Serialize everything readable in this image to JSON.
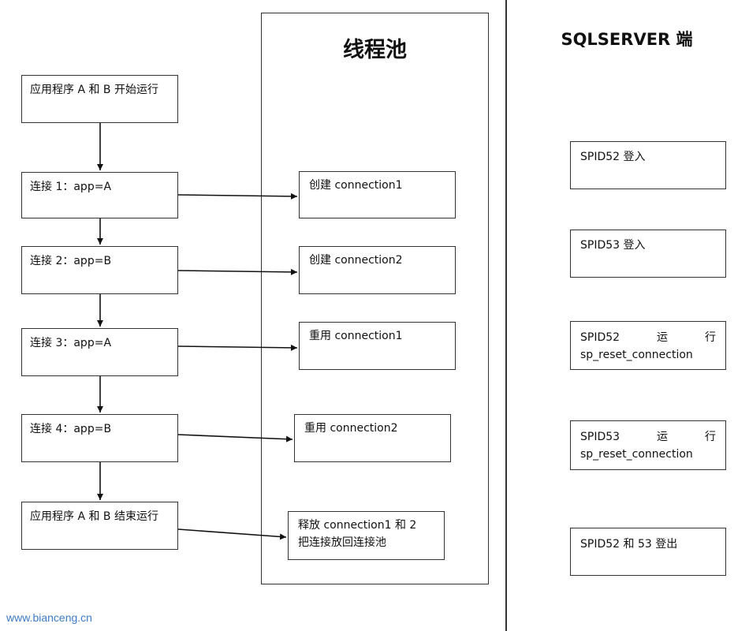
{
  "pool": {
    "title": "线程池"
  },
  "server": {
    "title": "SQLSERVER 端"
  },
  "steps": [
    "应用程序 A 和 B 开始运行",
    "连接 1：app=A",
    "连接 2：app=B",
    "连接 3：app=A",
    "连接 4：app=B",
    "应用程序 A 和 B 结束运行"
  ],
  "pool_actions": [
    "创建 connection1",
    "创建 connection2",
    "重用 connection1",
    "重用 connection2",
    {
      "line1": "释放 connection1 和 2",
      "line2": "把连接放回连接池"
    }
  ],
  "server_events": {
    "login52": "SPID52 登入",
    "login53": "SPID53 登入",
    "reset52": {
      "spid": "SPID52",
      "verb1": "运",
      "verb2": "行",
      "proc": "sp_reset_connection"
    },
    "reset53": {
      "spid": "SPID53",
      "verb1": "运",
      "verb2": "行",
      "proc": "sp_reset_connection"
    },
    "logout": "SPID52 和 53 登出"
  },
  "watermark": "www.bianceng.cn"
}
